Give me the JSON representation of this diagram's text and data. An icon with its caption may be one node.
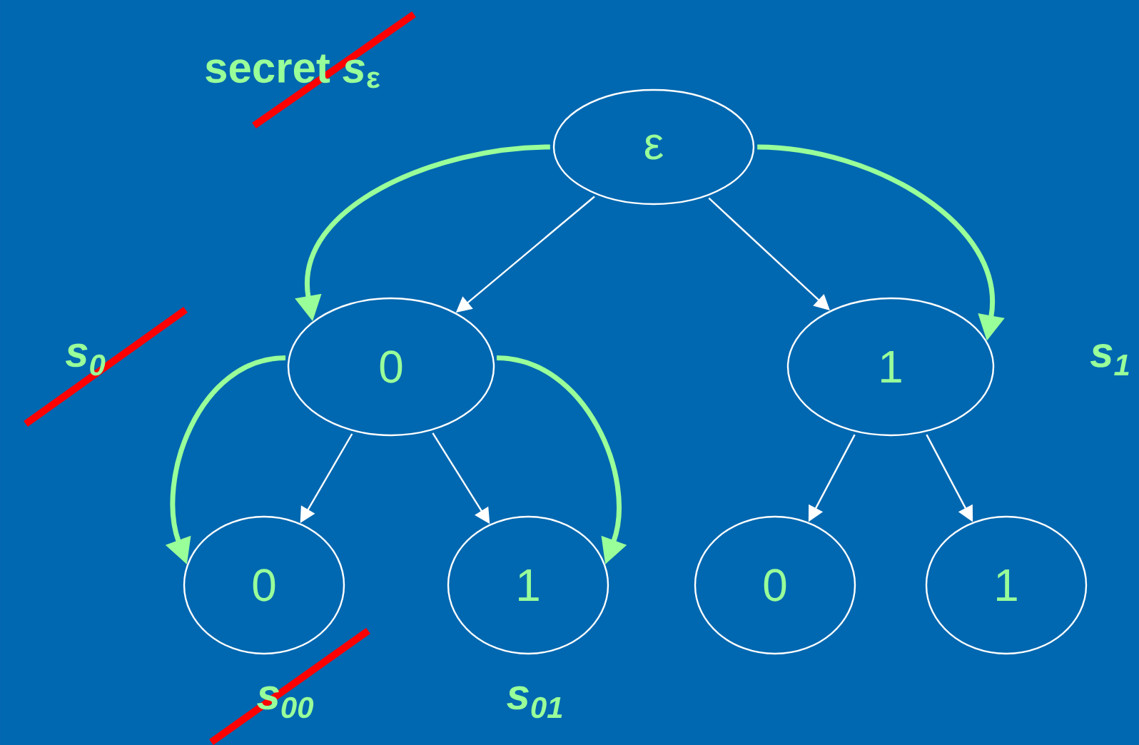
{
  "diagram": {
    "nodes": [
      {
        "text": [
          "ε"
        ]
      },
      {
        "text": [
          "0"
        ]
      },
      {
        "text": [
          "1"
        ],
        "beside": [
          "s$_{1}$"
        ]
      },
      {
        "text": [
          "0"
        ],
        "beside": [
          "s$_{00}$"
        ]
      },
      {
        "text": [
          "1"
        ],
        "beside": [
          "s$_{01}$"
        ]
      },
      {
        "text": [
          "0"
        ]
      },
      {
        "text": [
          "1"
        ]
      }
    ],
    "edges": [
      {
        "from": 0,
        "to": 1,
        "arrow": "to"
      },
      {
        "from": 0,
        "to": 2,
        "arrow": "to"
      },
      {
        "from": 1,
        "to": 3,
        "arrow": "to"
      },
      {
        "from": 1,
        "to": 4,
        "arrow": "to"
      },
      {
        "from": 2,
        "to": 5,
        "arrow": "to"
      },
      {
        "from": 2,
        "to": 6,
        "arrow": "to"
      },
      {
        "from": 0,
        "to": 1,
        "arrow": "to",
        "style": "thick",
        "color": "#99ff99"
      },
      {
        "from": 0,
        "to": 2,
        "arrow": "to",
        "style": "thick",
        "color": "#99ff99"
      },
      {
        "from": 1,
        "to": 3,
        "arrow": "to",
        "style": "thick",
        "color": "#99ff99"
      },
      {
        "from": 1,
        "to": 4,
        "arrow": "to",
        "style": "thick",
        "color": "#99ff99"
      }
    ],
    "labels": [
      "secret *s*$_{ε}$",
      "s$_{0}$"
    ]
  }
}
